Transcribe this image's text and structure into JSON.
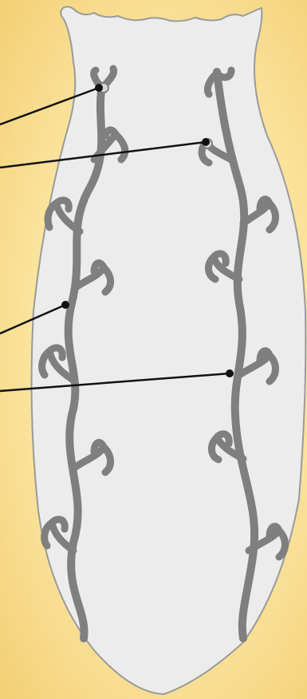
{
  "diagram": {
    "subject": "flatworm-excretory-system",
    "colors": {
      "background": "#fbe5a0",
      "body_fill": "#ececec",
      "body_outline": "#9a9a9a",
      "tubule": "#7f7f7f",
      "pointer_line": "#111111",
      "pointer_dot": "#111111"
    },
    "pointers": [
      {
        "target": "flame-cell"
      },
      {
        "target": "flame-cell"
      },
      {
        "target": "excretory-tubule"
      },
      {
        "target": "excretory-tubule"
      }
    ]
  }
}
